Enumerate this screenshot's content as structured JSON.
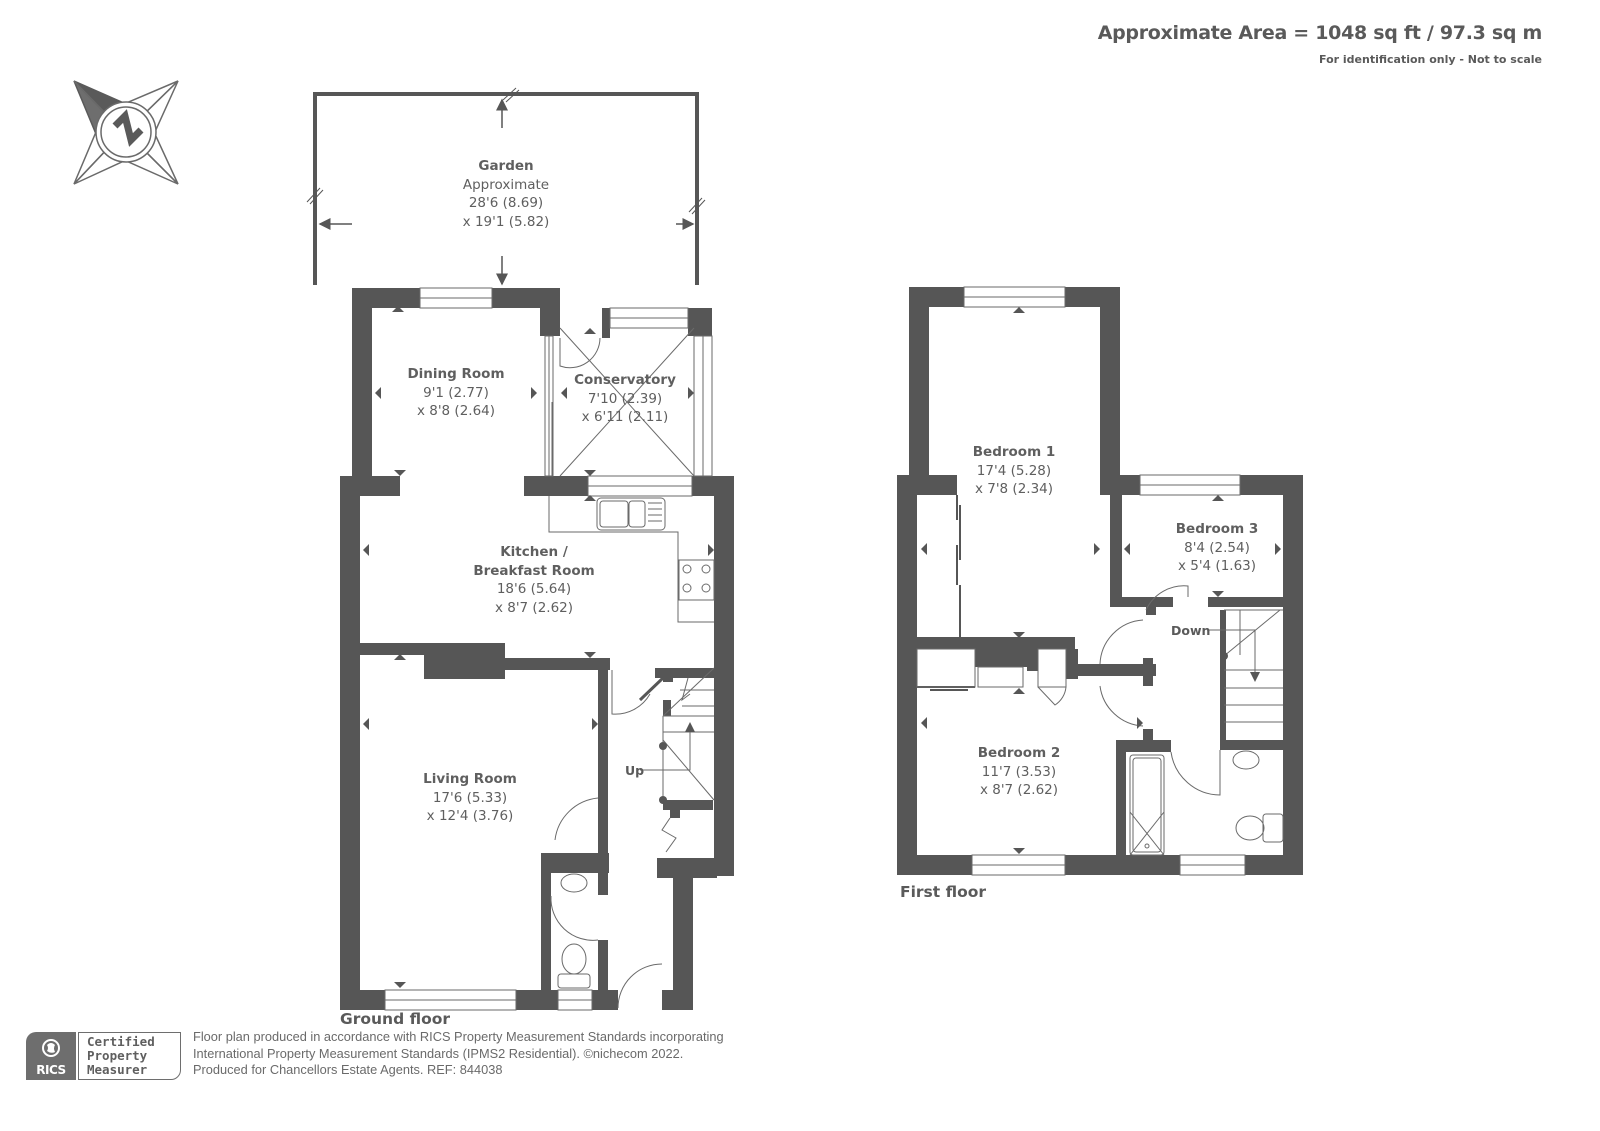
{
  "header": {
    "area_text": "Approximate Area = 1048 sq ft / 97.3 sq m",
    "disclaimer": "For identification only - Not to scale"
  },
  "compass": {
    "icon": "north-compass-icon",
    "letter": "N"
  },
  "ground_floor": {
    "caption": "Ground floor",
    "stair_label": "Up",
    "rooms": [
      {
        "name": "Garden",
        "dims": [
          "Approximate",
          "28'6 (8.69)",
          "x 19'1 (5.82)"
        ]
      },
      {
        "name": "Dining Room",
        "dims": [
          "9'1 (2.77)",
          "x 8'8 (2.64)"
        ]
      },
      {
        "name": "Conservatory",
        "dims": [
          "7'10 (2.39)",
          "x 6'11 (2.11)"
        ]
      },
      {
        "name": "Kitchen /",
        "name2": "Breakfast Room",
        "dims": [
          "18'6 (5.64)",
          "x 8'7 (2.62)"
        ]
      },
      {
        "name": "Living Room",
        "dims": [
          "17'6 (5.33)",
          "x 12'4 (3.76)"
        ]
      }
    ]
  },
  "first_floor": {
    "caption": "First floor",
    "stair_label": "Down",
    "rooms": [
      {
        "name": "Bedroom 1",
        "dims": [
          "17'4 (5.28)",
          "x 7'8 (2.34)"
        ]
      },
      {
        "name": "Bedroom 3",
        "dims": [
          "8'4 (2.54)",
          "x 5'4 (1.63)"
        ]
      },
      {
        "name": "Bedroom 2",
        "dims": [
          "11'7 (3.53)",
          "x 8'7 (2.62)"
        ]
      }
    ]
  },
  "footer": {
    "badge": {
      "org": "RICS",
      "lines": [
        "Certified",
        "Property",
        "Measurer"
      ]
    },
    "lines": [
      "Floor plan produced in accordance with RICS Property Measurement Standards incorporating",
      "International Property Measurement Standards (IPMS2 Residential).   ©nichecom 2022.",
      "Produced for Chancellors Estate Agents.   REF: 844038"
    ]
  },
  "colors": {
    "wall": "#565656",
    "text": "#5f5f5f",
    "line": "#6a6a6a",
    "background": "#ffffff"
  }
}
